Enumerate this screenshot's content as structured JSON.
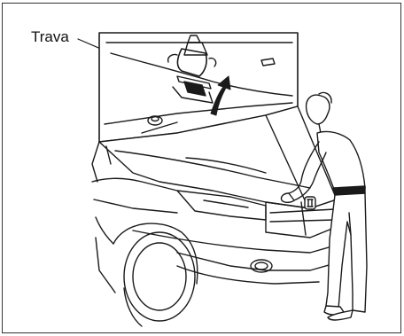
{
  "callout": {
    "label": "Trava"
  },
  "colors": {
    "line": "#1a1a1a",
    "background": "#ffffff",
    "frame": "#333333"
  },
  "icons": [
    "hood-latch-lever",
    "lift-direction-arrow",
    "car-front",
    "person-opening-hood"
  ]
}
